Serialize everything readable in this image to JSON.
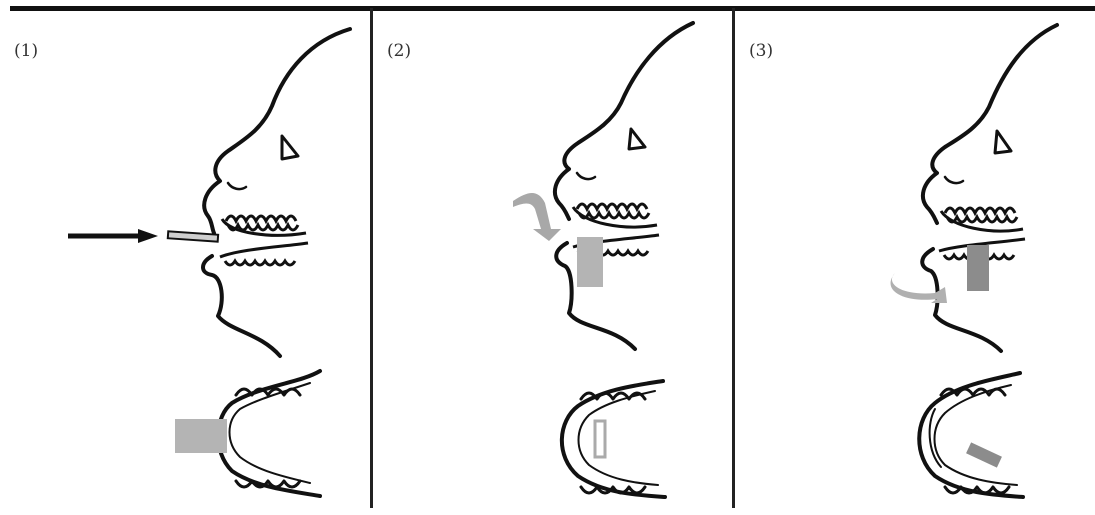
{
  "panels": [
    {
      "label": "(1)"
    },
    {
      "label": "(2)"
    },
    {
      "label": "(3)"
    }
  ],
  "colors": {
    "line": "#111111",
    "gel_tray_light": "#b4b4b4",
    "gel_tray_dark": "#8c8c8c",
    "arrow_gray": "#a8a8a8"
  }
}
